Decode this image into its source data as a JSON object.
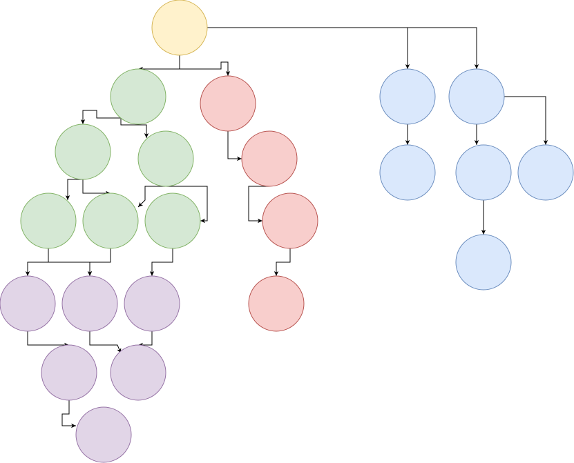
{
  "diagram": {
    "type": "tree",
    "styles": {
      "root": {
        "fill": "#fff2cc",
        "stroke": "#d6b656"
      },
      "green": {
        "fill": "#d5e8d4",
        "stroke": "#82b366"
      },
      "red": {
        "fill": "#f8cecc",
        "stroke": "#b85450"
      },
      "blue": {
        "fill": "#dae8fc",
        "stroke": "#6c8ebf"
      },
      "purple": {
        "fill": "#e1d5e7",
        "stroke": "#9673a6"
      },
      "edge": {
        "stroke": "#000000"
      }
    },
    "nodes": [
      {
        "id": "root",
        "style": "root"
      },
      {
        "id": "g1",
        "style": "green"
      },
      {
        "id": "r1",
        "style": "red"
      },
      {
        "id": "b1",
        "style": "blue"
      },
      {
        "id": "b2",
        "style": "blue"
      },
      {
        "id": "g2",
        "style": "green"
      },
      {
        "id": "g3",
        "style": "green"
      },
      {
        "id": "r2",
        "style": "red"
      },
      {
        "id": "b3",
        "style": "blue"
      },
      {
        "id": "b4",
        "style": "blue"
      },
      {
        "id": "b5",
        "style": "blue"
      },
      {
        "id": "g4",
        "style": "green"
      },
      {
        "id": "g5",
        "style": "green"
      },
      {
        "id": "g6",
        "style": "green"
      },
      {
        "id": "r3",
        "style": "red"
      },
      {
        "id": "b6",
        "style": "blue"
      },
      {
        "id": "p1",
        "style": "purple"
      },
      {
        "id": "p2",
        "style": "purple"
      },
      {
        "id": "p3",
        "style": "purple"
      },
      {
        "id": "r4",
        "style": "red"
      },
      {
        "id": "p4",
        "style": "purple"
      },
      {
        "id": "p5",
        "style": "purple"
      },
      {
        "id": "p6",
        "style": "purple"
      }
    ],
    "edges": [
      {
        "from": "root",
        "to": "g1"
      },
      {
        "from": "root",
        "to": "r1"
      },
      {
        "from": "root",
        "to": "b1"
      },
      {
        "from": "root",
        "to": "b2"
      },
      {
        "from": "g1",
        "to": "g2"
      },
      {
        "from": "g1",
        "to": "g3"
      },
      {
        "from": "r1",
        "to": "r2"
      },
      {
        "from": "b1",
        "to": "b3"
      },
      {
        "from": "b2",
        "to": "b4"
      },
      {
        "from": "b2",
        "to": "b5"
      },
      {
        "from": "g2",
        "to": "g4"
      },
      {
        "from": "g2",
        "to": "g5"
      },
      {
        "from": "g3",
        "to": "g5"
      },
      {
        "from": "g3",
        "to": "g6"
      },
      {
        "from": "r2",
        "to": "r3"
      },
      {
        "from": "b4",
        "to": "b6"
      },
      {
        "from": "g4",
        "to": "p1"
      },
      {
        "from": "g4",
        "to": "p2"
      },
      {
        "from": "g5",
        "to": "p2"
      },
      {
        "from": "g6",
        "to": "p3"
      },
      {
        "from": "r3",
        "to": "r4"
      },
      {
        "from": "p1",
        "to": "p4"
      },
      {
        "from": "p2",
        "to": "p5"
      },
      {
        "from": "p3",
        "to": "p5"
      },
      {
        "from": "p4",
        "to": "p6"
      }
    ]
  }
}
